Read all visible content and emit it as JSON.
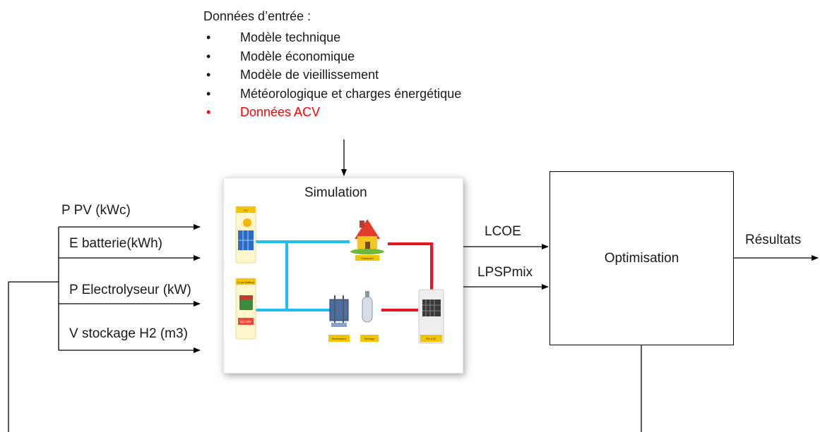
{
  "inputs_header": "Données d’entrée :",
  "input_items": [
    {
      "label": "Modèle technique",
      "color": "#1a1a1a"
    },
    {
      "label": "Modèle économique",
      "color": "#1a1a1a"
    },
    {
      "label": "Modèle de vieillissement",
      "color": "#1a1a1a"
    },
    {
      "label": "Météorologique et charges énergétique",
      "color": "#1a1a1a"
    },
    {
      "label": "Données ACV",
      "color": "#ff0000"
    }
  ],
  "bullet_glyph": "•",
  "left_inputs": [
    "P PV (kWc)",
    "E batterie(kWh)",
    "P Electrolyseur (kW)",
    "V stockage H2 (m3)"
  ],
  "simulation": {
    "title": "Simulation",
    "tiny_labels": {
      "pv": "PV",
      "battery": "Li-ion Battery",
      "battery_sub": "BATTERY",
      "load": "Résidentiel",
      "electrolyser": "Electrolyseur",
      "storage": "Stockage",
      "fuel_cell": "Pile à H2"
    },
    "colors": {
      "dc_bus": "#19c0f0",
      "h2_bus": "#e8161e"
    }
  },
  "sim_outputs": [
    "LCOE",
    "LPSPmix"
  ],
  "optimisation": {
    "label": "Optimisation"
  },
  "result_label": "Résultats"
}
